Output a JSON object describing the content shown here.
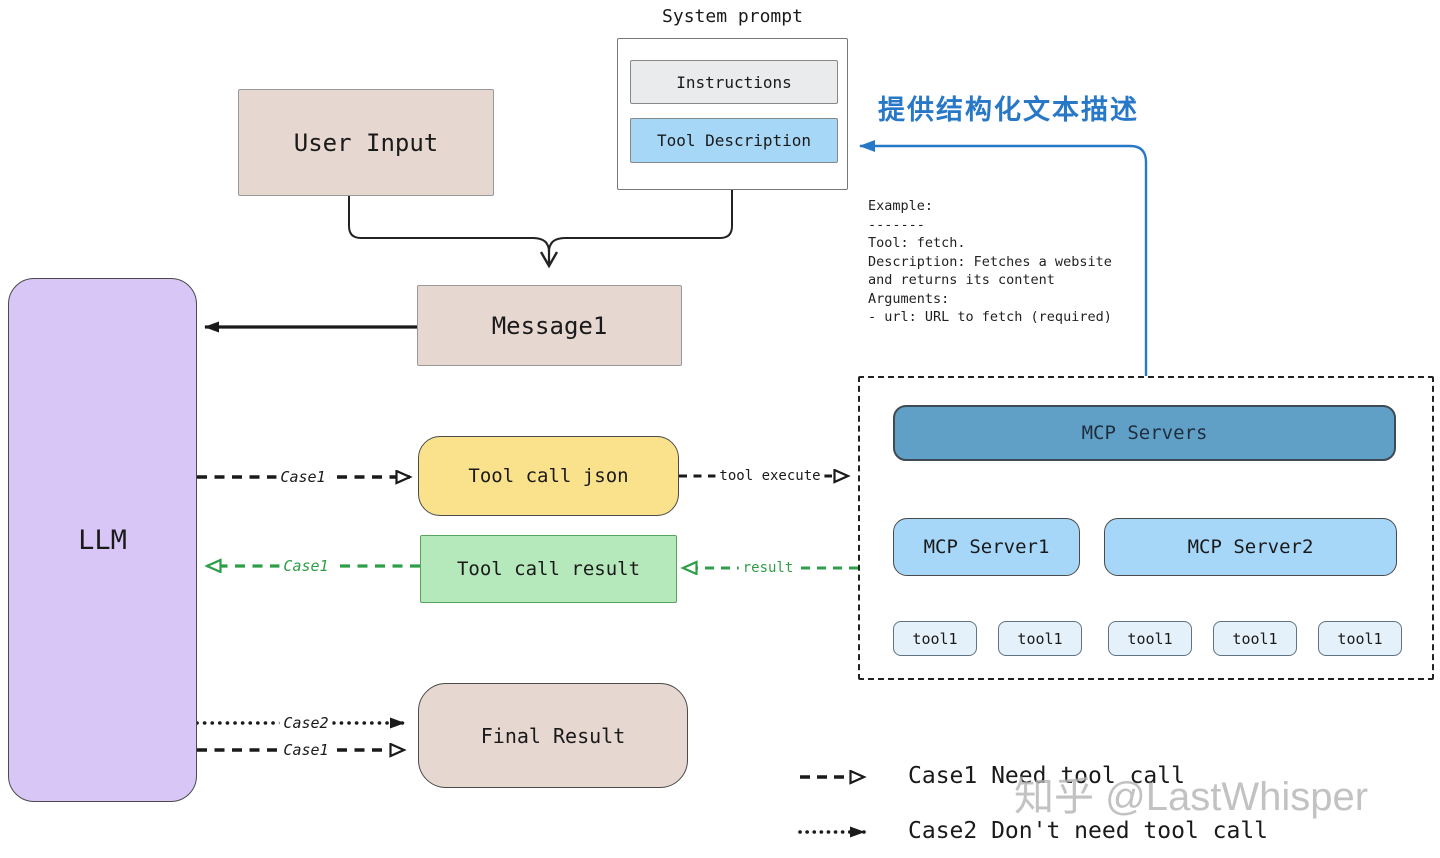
{
  "colors": {
    "llm_fill": "#d7c6f6",
    "beige_fill": "#e6d8d0",
    "yellow_fill": "#fae28d",
    "green_fill": "#b5e8bb",
    "green_accent": "#2f9e48",
    "blue_accent": "#2878c8",
    "mcp_header_fill": "#61a0c6",
    "server_fill": "#a6d7f8",
    "tool_fill": "#e4f1fa",
    "instructions_fill": "#e9ebec",
    "tool_description_fill": "#a7d7f6"
  },
  "system_prompt": {
    "title": "System prompt",
    "instructions": "Instructions",
    "tool_description": "Tool Description"
  },
  "nodes": {
    "user_input": "User Input",
    "message1": "Message1",
    "llm": "LLM",
    "tool_call_json": "Tool call json",
    "tool_call_result": "Tool call result",
    "final_result": "Final Result"
  },
  "mcp": {
    "title": "MCP Servers",
    "server1": "MCP Server1",
    "server2": "MCP Server2",
    "tools": [
      "tool1",
      "tool1",
      "tool1",
      "tool1",
      "tool1"
    ]
  },
  "annotations": {
    "blue_note": "提供结构化文本描述",
    "example": "Example:\n-------\nTool: fetch.\nDescription: Fetches a website\nand returns its content\nArguments:\n- url: URL to fetch (required)"
  },
  "edges": {
    "case1_json": "Case1",
    "case1_result": "Case1",
    "case2_final": "Case2",
    "case1_final": "Case1",
    "tool_execute": "tool execute",
    "result": "result"
  },
  "legend": {
    "case1": "Case1 Need tool call",
    "case2": "Case2 Don't need tool call"
  },
  "watermark": "知乎 @LastWhisper"
}
